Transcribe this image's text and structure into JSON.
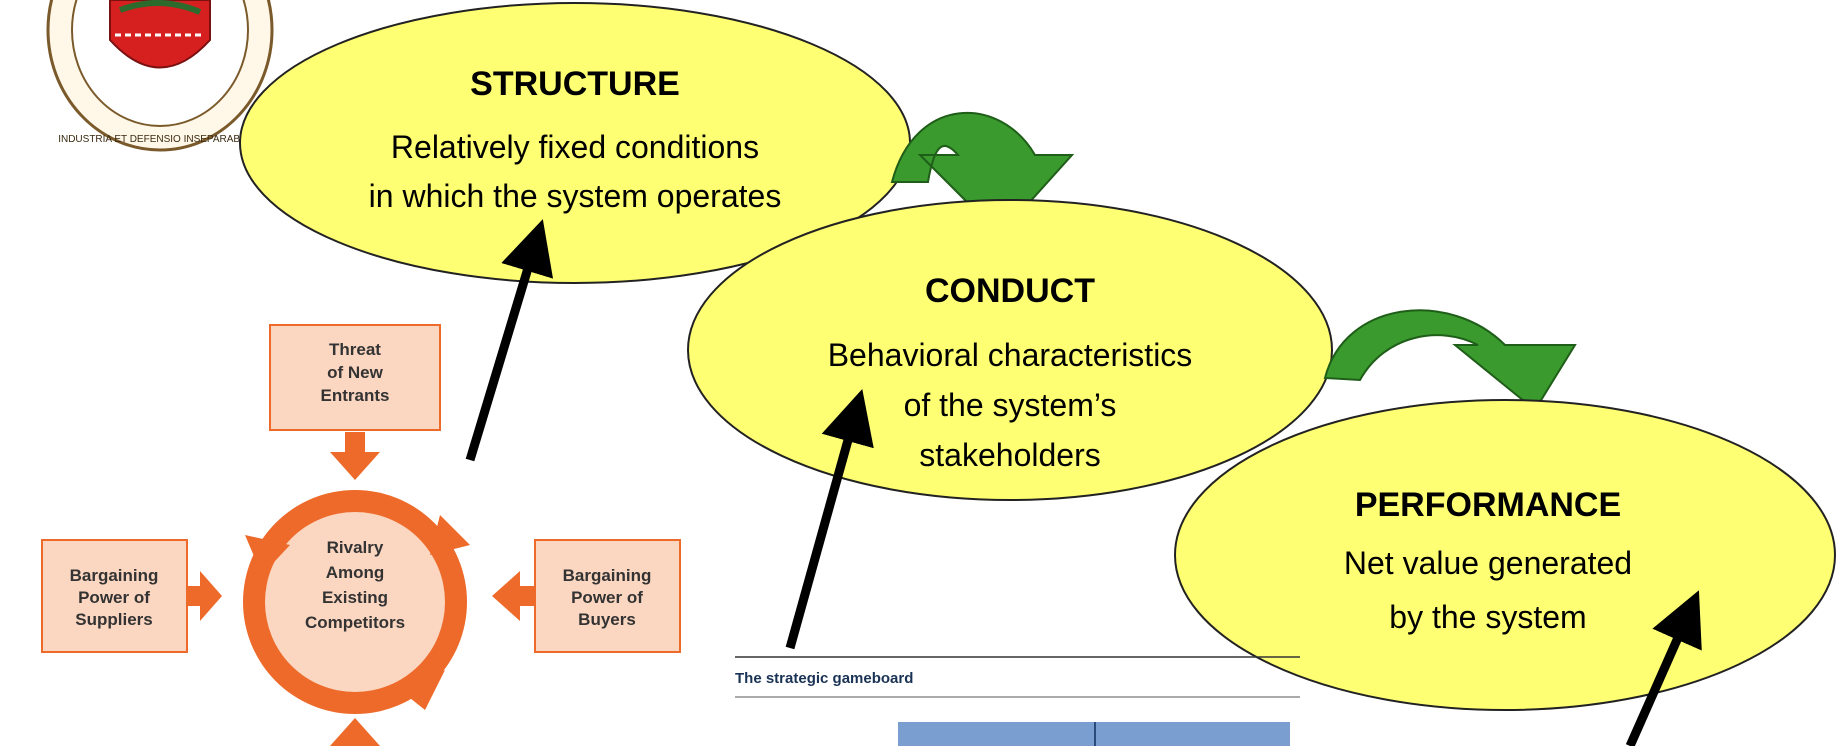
{
  "diagram": {
    "structure": {
      "title": "STRUCTURE",
      "line1": "Relatively fixed conditions",
      "line2": "in which the system operates"
    },
    "conduct": {
      "title": "CONDUCT",
      "line1": "Behavioral characteristics",
      "line2": "of the system’s",
      "line3": "stakeholders"
    },
    "performance": {
      "title": "PERFORMANCE",
      "line1": "Net value generated",
      "line2": "by the system"
    },
    "colors": {
      "ellipse": "#ffff73",
      "curved_arrow": "#3a9a2e",
      "forces": "#ee6a2a"
    }
  },
  "seal": {
    "left_text": "INDUSTRIA ET DEFENSIO INSEPARABILES"
  },
  "five_forces": {
    "threat": [
      "Threat",
      "of New",
      "Entrants"
    ],
    "rivalry": [
      "Rivalry",
      "Among",
      "Existing",
      "Competitors"
    ],
    "suppliers": [
      "Bargaining",
      "Power of",
      "Suppliers"
    ],
    "buyers": [
      "Bargaining",
      "Power of",
      "Buyers"
    ]
  },
  "gameboard": {
    "title": "The strategic gameboard"
  }
}
